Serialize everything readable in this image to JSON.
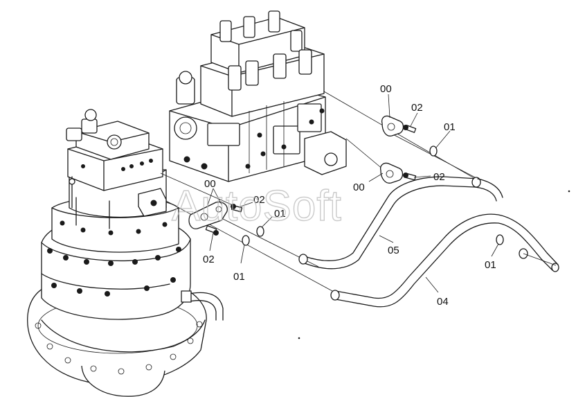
{
  "watermark": "AutoSoft",
  "callouts": {
    "c00_top": "00",
    "c02_top": "02",
    "c01_top": "01",
    "c00_mid": "00",
    "c02_mid": "02",
    "c01_right": "01",
    "c05": "05",
    "c04": "04",
    "c00_left": "00",
    "c02_left": "02",
    "c01_left": "01",
    "c02_bottom": "02",
    "c01_bottom": "01"
  }
}
